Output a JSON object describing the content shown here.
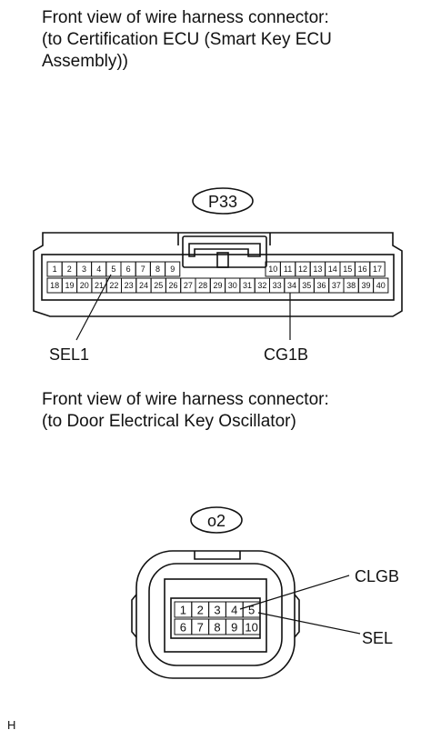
{
  "connector1": {
    "caption": [
      "Front view of wire harness connector:",
      "(to Certification ECU (Smart Key ECU",
      "Assembly))"
    ],
    "code": "P33",
    "row1_left": [
      "1",
      "2",
      "3",
      "4",
      "5",
      "6",
      "7",
      "8",
      "9"
    ],
    "row1_right": [
      "10",
      "11",
      "12",
      "13",
      "14",
      "15",
      "16",
      "17"
    ],
    "row2": [
      "18",
      "19",
      "20",
      "21",
      "22",
      "23",
      "24",
      "25",
      "26",
      "27",
      "28",
      "29",
      "30",
      "31",
      "32",
      "33",
      "34",
      "35",
      "36",
      "37",
      "38",
      "39",
      "40"
    ],
    "label_left": "SEL1",
    "label_right": "CG1B"
  },
  "connector2": {
    "caption": [
      "Front view of wire harness connector:",
      "(to Door Electrical Key Oscillator)"
    ],
    "code": "o2",
    "row1": [
      "1",
      "2",
      "3",
      "4",
      "5"
    ],
    "row2": [
      "6",
      "7",
      "8",
      "9",
      "10"
    ],
    "label_top": "CLGB",
    "label_bottom": "SEL"
  },
  "footer": "H"
}
